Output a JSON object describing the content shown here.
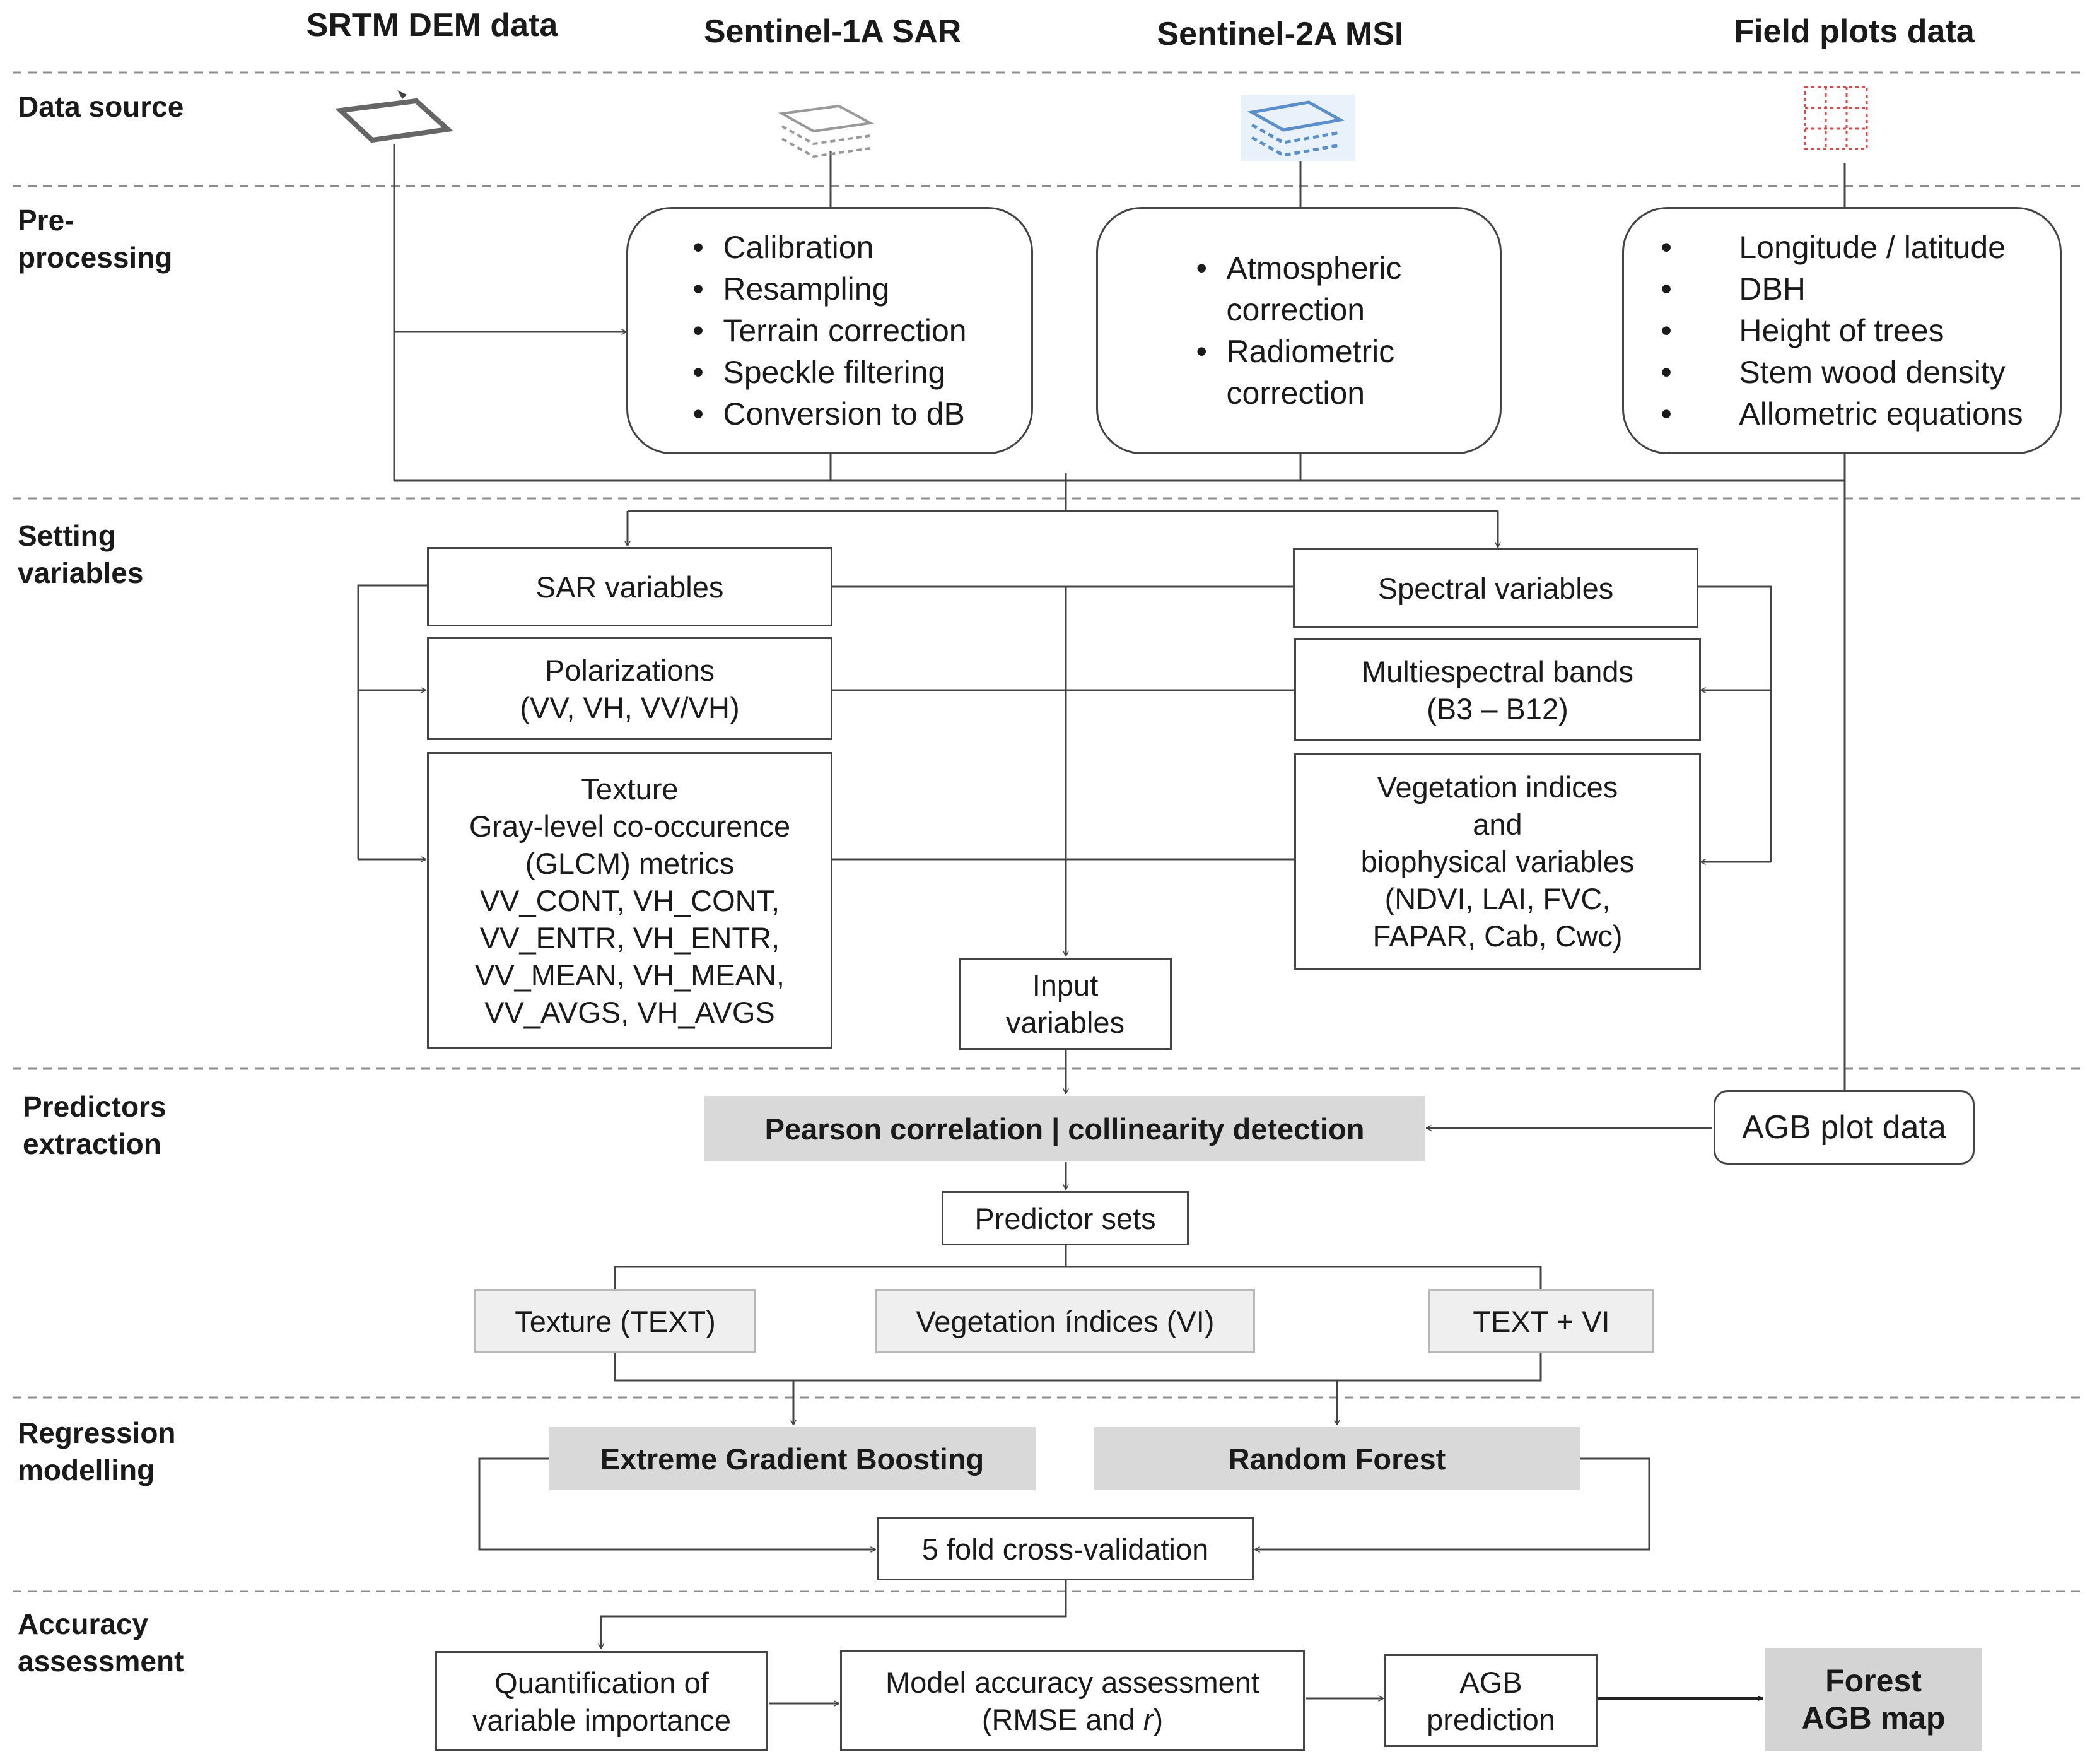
{
  "headers": {
    "srtm": "SRTM DEM data",
    "s1": "Sentinel-1A SAR",
    "s2": "Sentinel-2A MSI",
    "field": "Field plots data"
  },
  "sections": {
    "data_source": "Data source",
    "preprocessing": "Pre-\nprocessing",
    "setting_variables": "Setting\nvariables",
    "predictors_extraction": "Predictors\nextraction",
    "regression_modelling": "Regression\nmodelling",
    "accuracy_assessment": "Accuracy\nassessment"
  },
  "icons": {
    "srtm": "dem-layer-icon",
    "s1": "sar-stack-icon",
    "s2": "msi-stack-icon",
    "field": "field-plot-grid-icon"
  },
  "preprocessing": {
    "sar_steps": [
      "Calibration",
      "Resampling",
      "Terrain correction",
      "Speckle filtering",
      "Conversion to dB"
    ],
    "msi_steps": [
      "Atmospheric\ncorrection",
      "Radiometric\ncorrection"
    ],
    "field_steps": [
      "Longitude / latitude",
      "DBH",
      "Height of trees",
      "Stem wood density",
      "Allometric equations"
    ]
  },
  "variables": {
    "sar_variables": "SAR variables",
    "polarizations": "Polarizations\n(VV, VH, VV/VH)",
    "texture": "Texture\nGray-level co-occurence\n(GLCM) metrics\nVV_CONT, VH_CONT,\nVV_ENTR, VH_ENTR,\nVV_MEAN, VH_MEAN,\nVV_AVGS, VH_AVGS",
    "spectral_variables": "Spectral variables",
    "multispectral_bands": "Multiespectral bands\n(B3 – B12)",
    "vegetation_indices": "Vegetation indices\nand\nbiophysical variables\n(NDVI, LAI, FVC,\nFAPAR, Cab, Cwc)",
    "input_variables": "Input\nvariables"
  },
  "predictors": {
    "pearson": "Pearson correlation | collinearity detection",
    "agb_plot": "AGB plot data",
    "predictor_sets": "Predictor sets",
    "texture_set": "Texture (TEXT)",
    "vi_set": "Vegetation índices (VI)",
    "text_vi_set": "TEXT + VI"
  },
  "regression": {
    "xgb": "Extreme Gradient Boosting",
    "rf": "Random Forest",
    "cv": "5 fold cross-validation"
  },
  "accuracy": {
    "quantification": "Quantification of\nvariable importance",
    "model_accuracy_line1": "Model accuracy assessment",
    "model_accuracy_line2_pre": "(RMSE and ",
    "model_accuracy_r": "r",
    "model_accuracy_line2_post": ")",
    "agb_prediction": "AGB\nprediction",
    "forest_map": "Forest\nAGB map"
  },
  "colors": {
    "line": "#444444",
    "divider": "#8c8c8c",
    "gray_box": "#d9d9d9",
    "light_box": "#efefef",
    "msi_icon": "#5b8fc9",
    "field_icon": "#d94a4a"
  }
}
